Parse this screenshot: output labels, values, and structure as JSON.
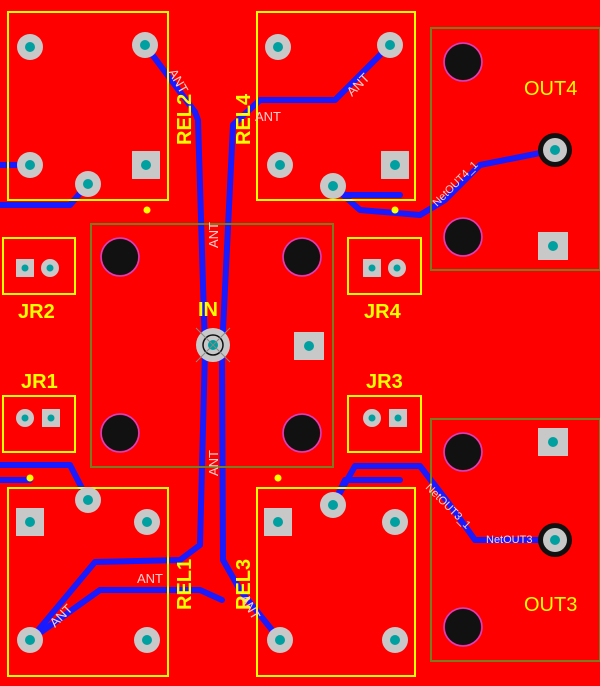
{
  "board": {
    "background": "#ff0000",
    "trace_color": "#1a1aff",
    "silkscreen_color": "#ffff00",
    "outline_color": "#7a7a20",
    "pad_color": "#00a0a0",
    "net_label_color": "#ffb0b0"
  },
  "components": {
    "rel1": "REL1",
    "rel2": "REL2",
    "rel3": "REL3",
    "rel4": "REL4",
    "jr1": "JR1",
    "jr2": "JR2",
    "jr3": "JR3",
    "jr4": "JR4",
    "in": "IN",
    "out3": "OUT3",
    "out4": "OUT4"
  },
  "nets": {
    "ant": "ANT",
    "netout4": "NetOUT4_1",
    "netout3_1": "NetOUT3_1",
    "netout3": "NetOUT3"
  }
}
